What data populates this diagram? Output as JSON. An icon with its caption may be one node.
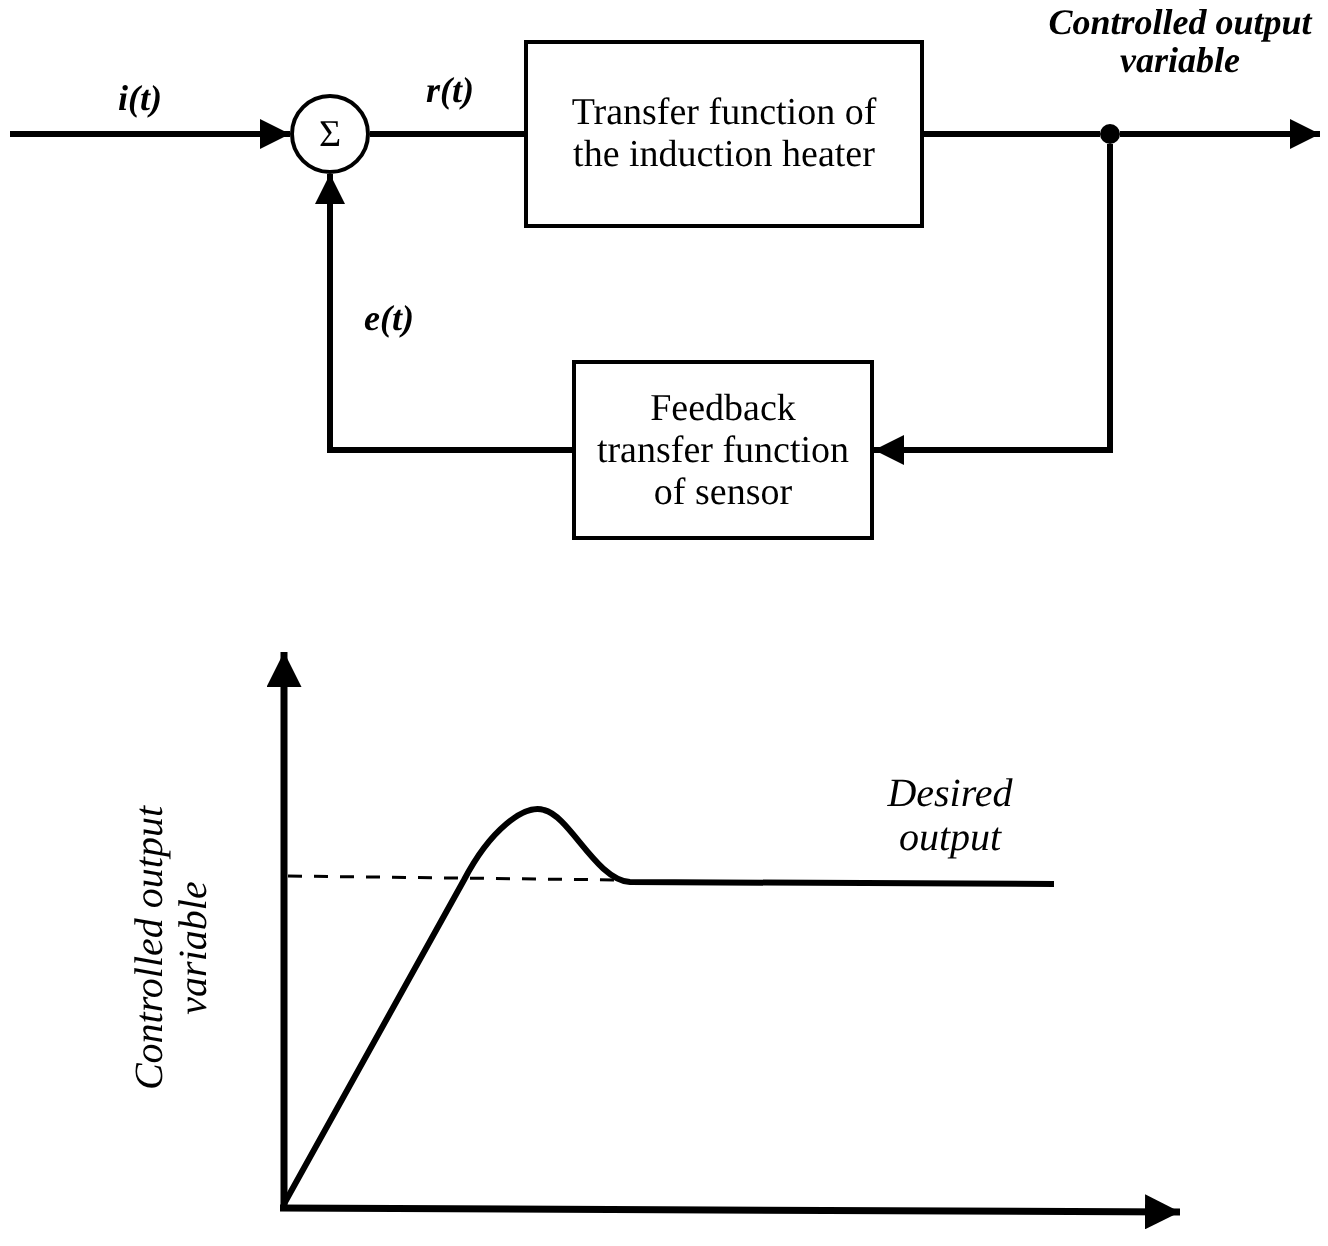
{
  "diagram": {
    "nodes": [
      {
        "text": [
          "Σ"
        ]
      },
      {
        "text": [
          "Transfer function of the induction heater"
        ]
      },
      {
        "text": [
          "Feedback transfer function of sensor"
        ]
      },
      {
        "text": [],
        "shape": "circle"
      }
    ],
    "edges": [
      {
        "from": null,
        "to": 0,
        "arrow": "to",
        "label": "i(t)"
      },
      {
        "from": 0,
        "to": 1,
        "arrow": "none",
        "label": "r(t)"
      },
      {
        "from": 1,
        "to": 3,
        "arrow": "none"
      },
      {
        "from": 3,
        "to": null,
        "arrow": "to",
        "label": "Controlled output variable"
      },
      {
        "from": 3,
        "to": 2,
        "arrow": "to"
      },
      {
        "from": 2,
        "to": 0,
        "arrow": "to",
        "label": "e(t)"
      }
    ],
    "labels": [
      "Desired output",
      "Controlled output variable"
    ]
  }
}
